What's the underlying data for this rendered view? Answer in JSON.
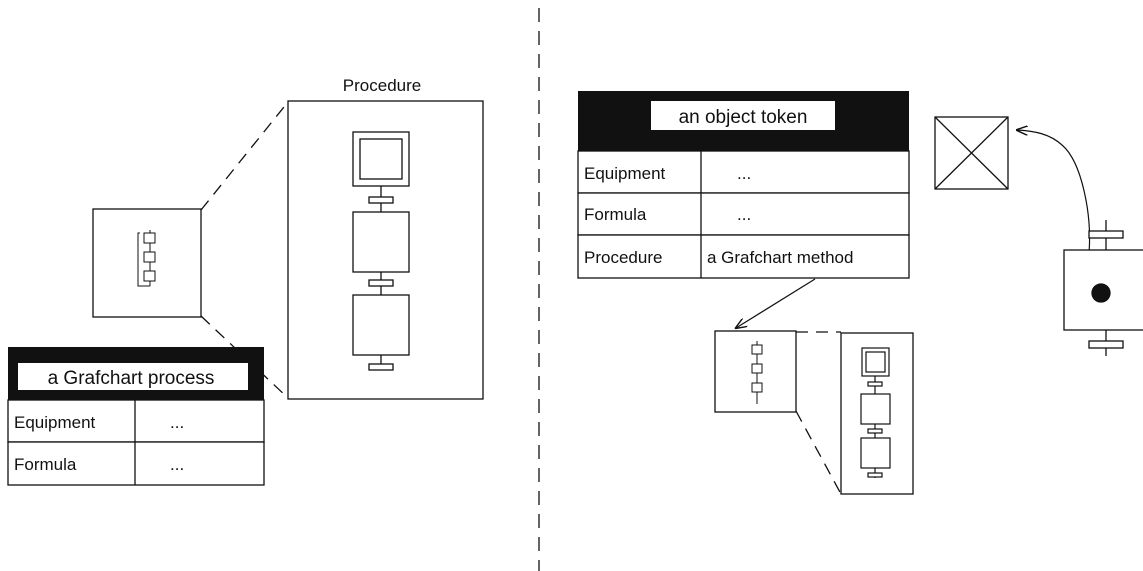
{
  "left": {
    "procedure_label": "Procedure",
    "process_table": {
      "title": "a Grafchart process",
      "rows": [
        {
          "attribute": "Equipment",
          "value": "..."
        },
        {
          "attribute": "Formula",
          "value": "..."
        }
      ]
    }
  },
  "right": {
    "object_table": {
      "title": "an object token",
      "rows": [
        {
          "attribute": "Equipment",
          "value": "..."
        },
        {
          "attribute": "Formula",
          "value": "..."
        },
        {
          "attribute": "Procedure",
          "value": "a Grafchart method"
        }
      ]
    }
  },
  "colors": {
    "line": "#111111",
    "header_bg": "#111111",
    "background": "#ffffff"
  }
}
